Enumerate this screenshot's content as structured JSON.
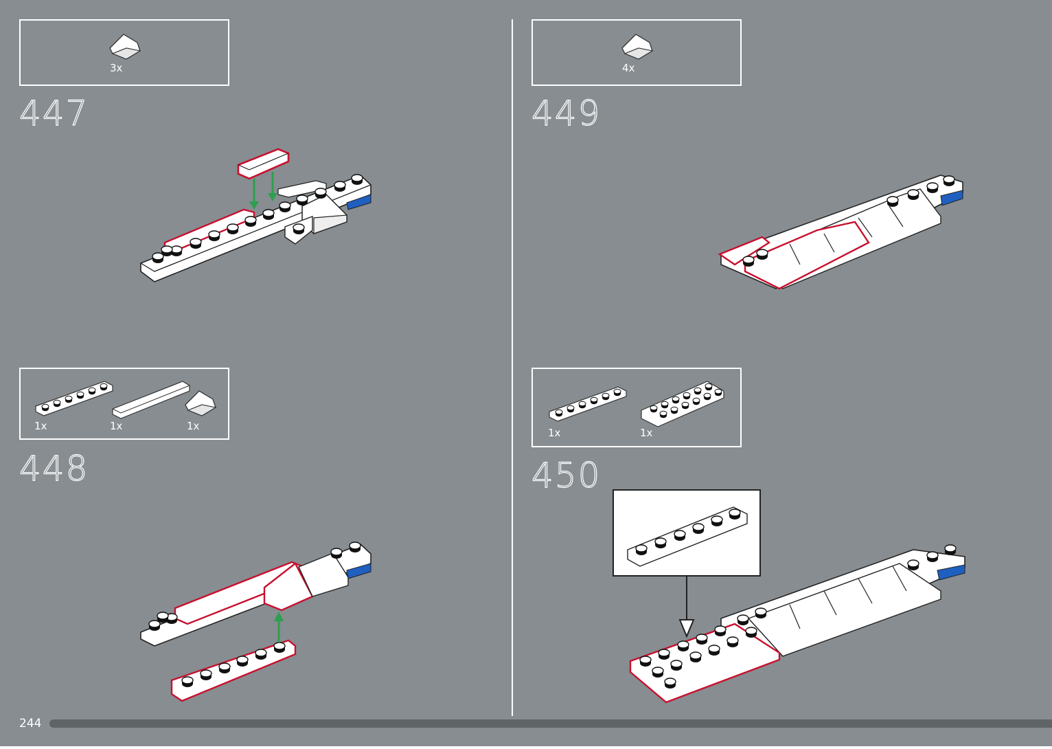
{
  "page": {
    "number": "244"
  },
  "steps": [
    {
      "number": "447",
      "parts": [
        {
          "qty": "3x",
          "part": "slope-brick-icon"
        }
      ]
    },
    {
      "number": "448",
      "parts": [
        {
          "qty": "1x",
          "part": "plate-1x6-icon"
        },
        {
          "qty": "1x",
          "part": "tile-long-icon"
        },
        {
          "qty": "1x",
          "part": "slope-brick-icon"
        }
      ]
    },
    {
      "number": "449",
      "parts": [
        {
          "qty": "4x",
          "part": "slope-brick-icon"
        }
      ]
    },
    {
      "number": "450",
      "parts": [
        {
          "qty": "1x",
          "part": "plate-1x6-icon"
        },
        {
          "qty": "1x",
          "part": "plate-2x6-icon"
        }
      ]
    }
  ],
  "colors": {
    "background": "#878d91",
    "highlight": "#c8102e",
    "arrow": "#2e9e4f",
    "accent_blue": "#1f5fbf",
    "progress": "#5f6466"
  }
}
